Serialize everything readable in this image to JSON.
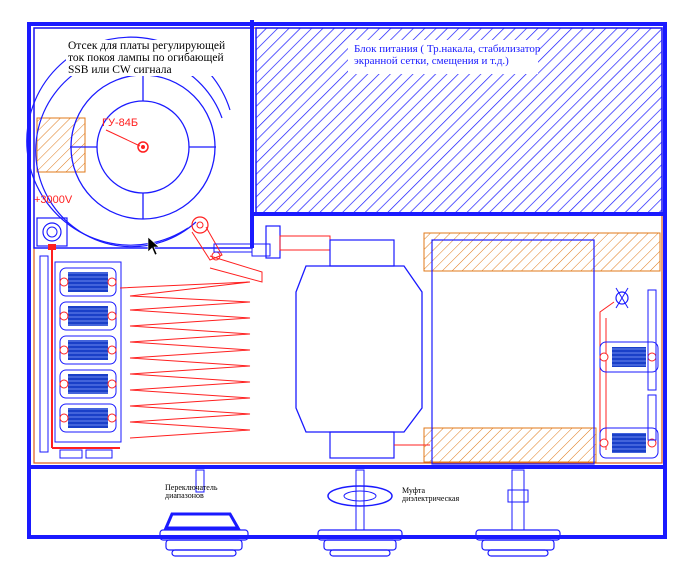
{
  "annotations": {
    "compartment_note": [
      "Отсек для платы регулирующей",
      "ток покоя лампы по огибающей",
      "SSB или CW сигнала"
    ],
    "tube_label": "ГУ-84Б",
    "voltage_label": "+3000V",
    "power_block_note": [
      "Блок питания ( Тр.накала, стабилизатор",
      "экранной сетки, смещения и т.д.)"
    ],
    "band_switch_label": [
      "Переключатель",
      "диапазонов"
    ],
    "coupling_label": [
      "Муфта",
      "диэлектрическая"
    ]
  },
  "colors": {
    "frame": "#1a1aff",
    "hatch_blue": "#1a1aff",
    "hatch_orange": "#e07a1a",
    "wiring": "#ff2020",
    "coil_fill": "#1a40c8",
    "outline": "#1a1aff"
  }
}
